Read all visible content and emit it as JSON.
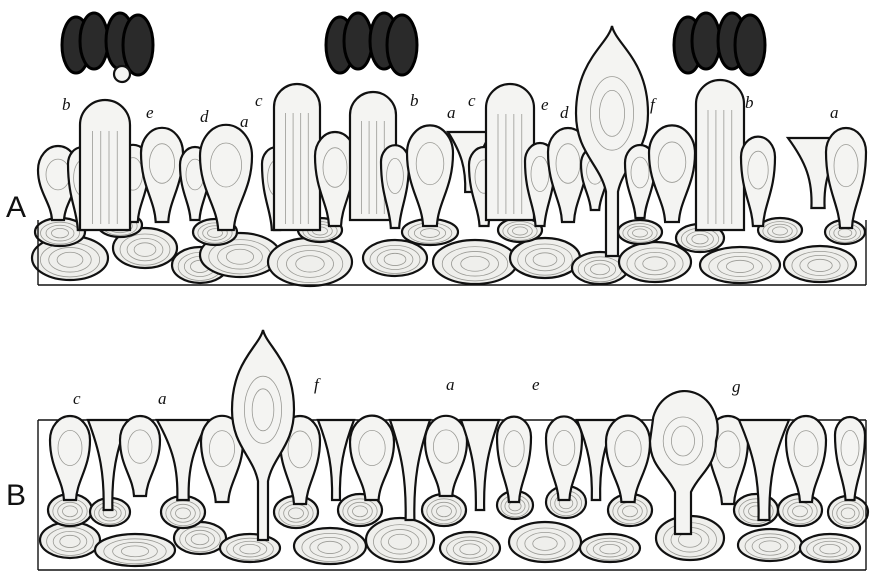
{
  "panels": [
    {
      "id": "A",
      "label": "A",
      "annotations": [
        "b",
        "e",
        "d",
        "a",
        "c",
        "b",
        "a",
        "c",
        "e",
        "d",
        "f",
        "b",
        "a"
      ]
    },
    {
      "id": "B",
      "label": "B",
      "annotations": [
        "c",
        "a",
        "f",
        "a",
        "e",
        "g"
      ]
    }
  ],
  "colors": {
    "ink": "#111111",
    "spore": "#2a2a2a",
    "paper": "#ffffff"
  }
}
